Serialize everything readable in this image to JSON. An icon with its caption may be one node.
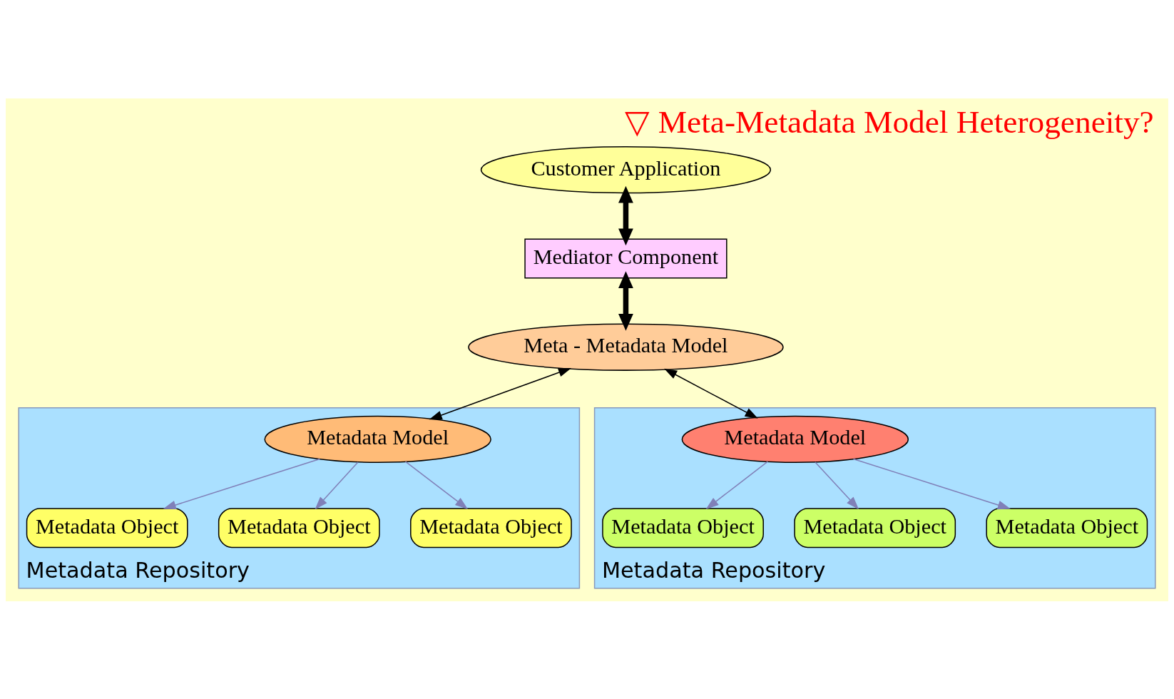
{
  "diagram": {
    "title": "▽ Meta-Metadata Model Heterogeneity?",
    "nodes": [
      {
        "text": [
          "Customer Application"
        ]
      },
      {
        "text": [
          "Mediator Component"
        ]
      },
      {
        "text": [
          "Meta - Metadata Model"
        ]
      },
      {
        "text": [
          "Metadata Repository"
        ]
      },
      {
        "text": [
          "Metadata Model"
        ],
        "in": 3
      },
      {
        "text": [
          "Metadata Object"
        ],
        "in": 3
      },
      {
        "text": [
          "Metadata Object"
        ],
        "in": 3
      },
      {
        "text": [
          "Metadata Object"
        ],
        "in": 3
      },
      {
        "text": [
          "Metadata Repository"
        ]
      },
      {
        "text": [
          "Metadata Model"
        ],
        "in": 8
      },
      {
        "text": [
          "Metadata Object"
        ],
        "in": 8
      },
      {
        "text": [
          "Metadata Object"
        ],
        "in": 8
      },
      {
        "text": [
          "Metadata Object"
        ],
        "in": 8
      }
    ],
    "edges": [
      {
        "from": 0,
        "to": 1,
        "arrow": "both",
        "style": "thick",
        "color": "#000000"
      },
      {
        "from": 1,
        "to": 2,
        "arrow": "both",
        "style": "thick",
        "color": "#000000"
      },
      {
        "from": 2,
        "to": 4,
        "arrow": "both",
        "color": "#000000"
      },
      {
        "from": 2,
        "to": 9,
        "arrow": "both",
        "color": "#000000"
      },
      {
        "from": 4,
        "to": 5,
        "arrow": "to",
        "color": "#8080b8"
      },
      {
        "from": 4,
        "to": 6,
        "arrow": "to",
        "color": "#8080b8"
      },
      {
        "from": 4,
        "to": 7,
        "arrow": "to",
        "color": "#8080b8"
      },
      {
        "from": 9,
        "to": 10,
        "arrow": "to",
        "color": "#8080b8"
      },
      {
        "from": 9,
        "to": 11,
        "arrow": "to",
        "color": "#8080b8"
      },
      {
        "from": 9,
        "to": 12,
        "arrow": "to",
        "color": "#8080b8"
      }
    ]
  }
}
